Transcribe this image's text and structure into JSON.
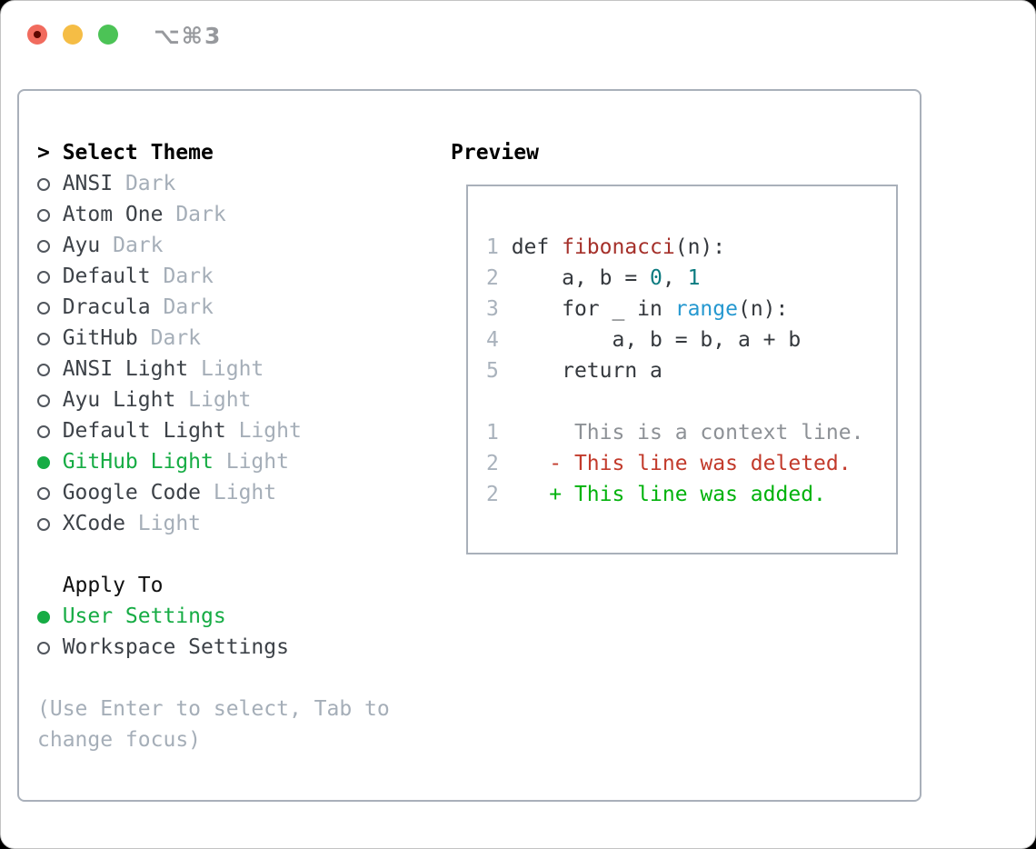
{
  "window": {
    "title": "⌥⌘3",
    "traffic_lights": [
      "close",
      "minimize",
      "zoom"
    ]
  },
  "theme_list": {
    "header": "Select Theme",
    "cursor": ">",
    "items": [
      {
        "name": "ANSI",
        "tag": "Dark",
        "selected": false
      },
      {
        "name": "Atom One",
        "tag": "Dark",
        "selected": false
      },
      {
        "name": "Ayu",
        "tag": "Dark",
        "selected": false
      },
      {
        "name": "Default",
        "tag": "Dark",
        "selected": false
      },
      {
        "name": "Dracula",
        "tag": "Dark",
        "selected": false
      },
      {
        "name": "GitHub",
        "tag": "Dark",
        "selected": false
      },
      {
        "name": "ANSI Light",
        "tag": "Light",
        "selected": false
      },
      {
        "name": "Ayu Light",
        "tag": "Light",
        "selected": false
      },
      {
        "name": "Default Light",
        "tag": "Light",
        "selected": false
      },
      {
        "name": "GitHub Light",
        "tag": "Light",
        "selected": true
      },
      {
        "name": "Google Code",
        "tag": "Light",
        "selected": false
      },
      {
        "name": "XCode",
        "tag": "Light",
        "selected": false
      }
    ]
  },
  "apply_to": {
    "header": "Apply To",
    "options": [
      {
        "name": "User Settings",
        "selected": true
      },
      {
        "name": "Workspace Settings",
        "selected": false
      }
    ]
  },
  "hint_lines": [
    "(Use Enter to select, Tab to",
    "change focus)"
  ],
  "preview": {
    "header": "Preview",
    "lines": [
      {
        "num": "1",
        "segments": [
          {
            "text": "def ",
            "color": "fg"
          },
          {
            "text": "fibonacci",
            "color": "red"
          },
          {
            "text": "(n):",
            "color": "fg"
          }
        ]
      },
      {
        "num": "2",
        "segments": [
          {
            "text": "    a, b = ",
            "color": "fg"
          },
          {
            "text": "0",
            "color": "teal"
          },
          {
            "text": ", ",
            "color": "fg"
          },
          {
            "text": "1",
            "color": "teal"
          }
        ]
      },
      {
        "num": "3",
        "segments": [
          {
            "text": "    for _ in ",
            "color": "fg"
          },
          {
            "text": "range",
            "color": "blue"
          },
          {
            "text": "(n):",
            "color": "fg"
          }
        ]
      },
      {
        "num": "4",
        "segments": [
          {
            "text": "        a, b = b, a + b",
            "color": "fg"
          }
        ]
      },
      {
        "num": "5",
        "segments": [
          {
            "text": "    return a",
            "color": "fg"
          }
        ]
      },
      {
        "num": "",
        "segments": []
      },
      {
        "num": "1",
        "segments": [
          {
            "text": "     This is a context line.",
            "color": "ctx"
          }
        ]
      },
      {
        "num": "2",
        "segments": [
          {
            "text": "   - This line was deleted.",
            "color": "del"
          }
        ]
      },
      {
        "num": "2",
        "segments": [
          {
            "text": "   + This line was added.",
            "color": "add"
          }
        ]
      }
    ]
  },
  "colors": {
    "fg": "#34383d",
    "item": "#3d4248",
    "tag": "#a5aeb8",
    "hint": "#a5aeb8",
    "num": "#a9b2bc",
    "accent": "#16ac44",
    "red": "#a5302a",
    "teal": "#0c7b80",
    "blue": "#2598d0",
    "ctx": "#8d9196",
    "del": "#c23a2b",
    "add": "#01b20c",
    "border": "#a9b0ba",
    "title_gray": "#97999d",
    "light_red": "#f16b5e",
    "light_red_dot": "#5e0700",
    "light_yellow": "#f5bd45",
    "light_green": "#4cc356"
  }
}
